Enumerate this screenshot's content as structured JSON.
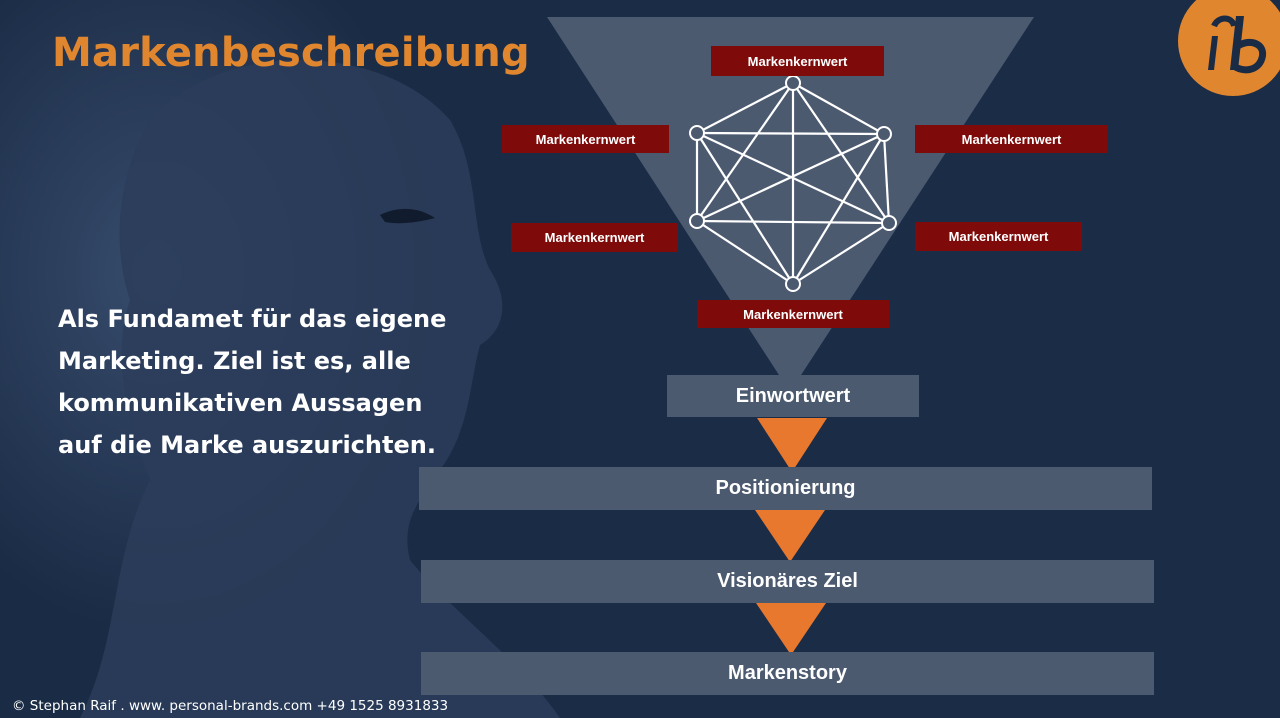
{
  "title": "Markenbeschreibung",
  "subtitle": "Als Fundamet für das eigene Marketing. Ziel ist es, alle kommunikativen Aussagen auf die Marke auszurichten.",
  "footer": "© Stephan Raif . www. personal-brands.com +49 1525 8931833",
  "core_values": {
    "top": "Markenkernwert",
    "upper_left": "Markenkernwert",
    "upper_right": "Markenkernwert",
    "lower_left": "Markenkernwert",
    "lower_right": "Markenkernwert",
    "bottom": "Markenkernwert"
  },
  "levels": {
    "one_word_value": "Einwortwert",
    "positioning": "Positionierung",
    "visionary_goal": "Visionäres Ziel",
    "brand_story": "Markenstory"
  },
  "colors": {
    "title": "#e0862f",
    "core_value_box": "#7e0a0a",
    "bar": "#4c5a70",
    "funnel": "#4c5a70",
    "arrow": "#e8782e",
    "logo": "#e0862f"
  },
  "logo_icon": "personal-brands-logo-icon"
}
